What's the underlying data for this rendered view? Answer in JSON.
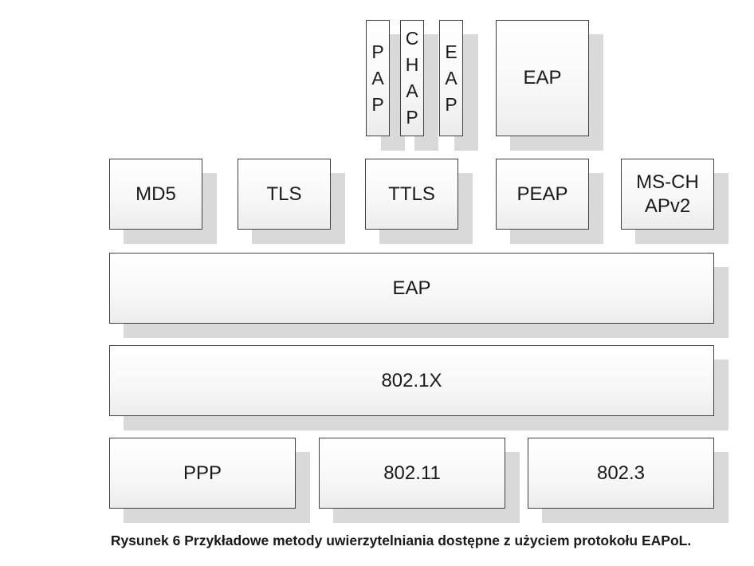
{
  "diagram": {
    "top_row": {
      "pap": "PAP",
      "chap": "CHAP",
      "eap_small": "EAP",
      "eap_large": "EAP"
    },
    "methods": {
      "md5": "MD5",
      "tls": "TLS",
      "ttls": "TTLS",
      "peap": "PEAP",
      "mschap": "MS-CHAPv2"
    },
    "eap": "EAP",
    "dot1x": "802.1X",
    "bottom": {
      "ppp": "PPP",
      "wifi": "802.11",
      "ethernet": "802.3"
    }
  },
  "caption": "Rysunek 6 Przykładowe metody uwierzytelniania dostępne z użyciem protokołu EAPoL."
}
